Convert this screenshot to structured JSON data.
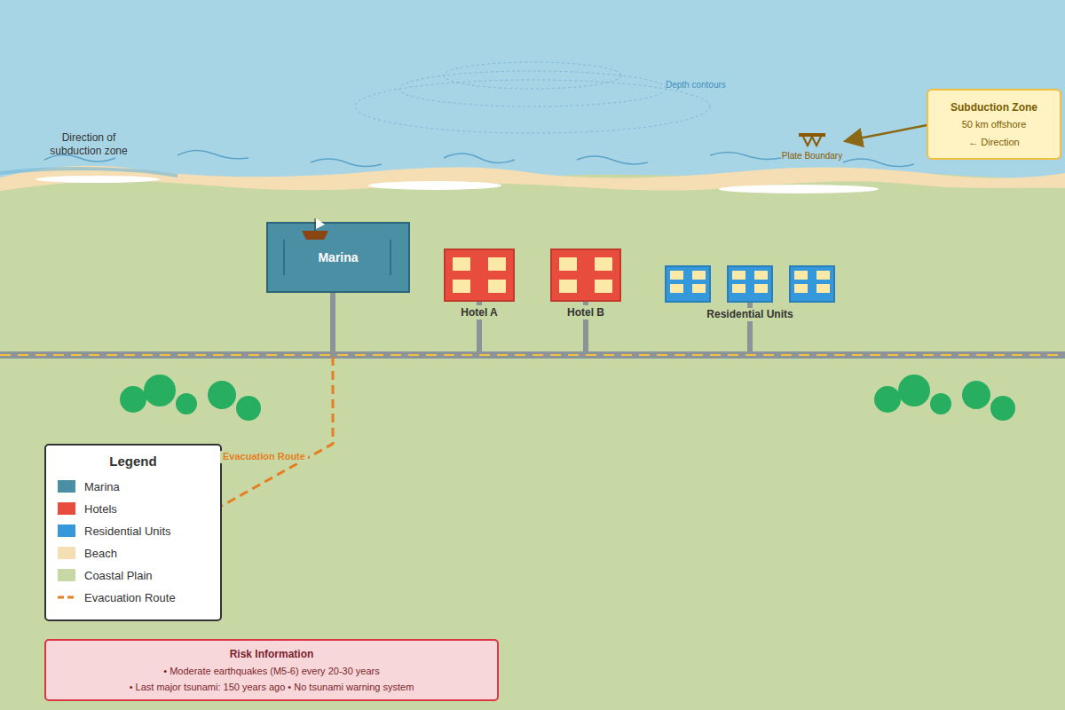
{
  "diagram": {
    "nodes": [
      {
        "text": [
          "Subduction Zone",
          "50 km offshore",
          "← Direction"
        ]
      },
      {
        "text": [
          "Marina"
        ]
      },
      {
        "text": [
          "Hotel A"
        ]
      },
      {
        "text": [
          "Hotel B"
        ]
      },
      {
        "text": [
          "Risk Information",
          "• Moderate earthquakes (M5-6) every 20-30 years",
          "• Last major tsunami: 150 years ago • No tsunami warning system"
        ]
      }
    ],
    "labels": [
      "Direction of subduction zone",
      "Depth contours",
      "Plate Boundary",
      "Residential Units",
      "Evacuation Route",
      "Legend"
    ],
    "legend": [
      {
        "text": "Marina",
        "color": "#4a8fa3"
      },
      {
        "text": "Hotels",
        "color": "#e74c3c"
      },
      {
        "text": "Residential Units",
        "color": "#3498db"
      },
      {
        "text": "Beach",
        "color": "#f5deb3"
      },
      {
        "text": "Coastal Plain",
        "color": "#c8d8a4"
      },
      {
        "text": "Evacuation Route"
      }
    ]
  }
}
